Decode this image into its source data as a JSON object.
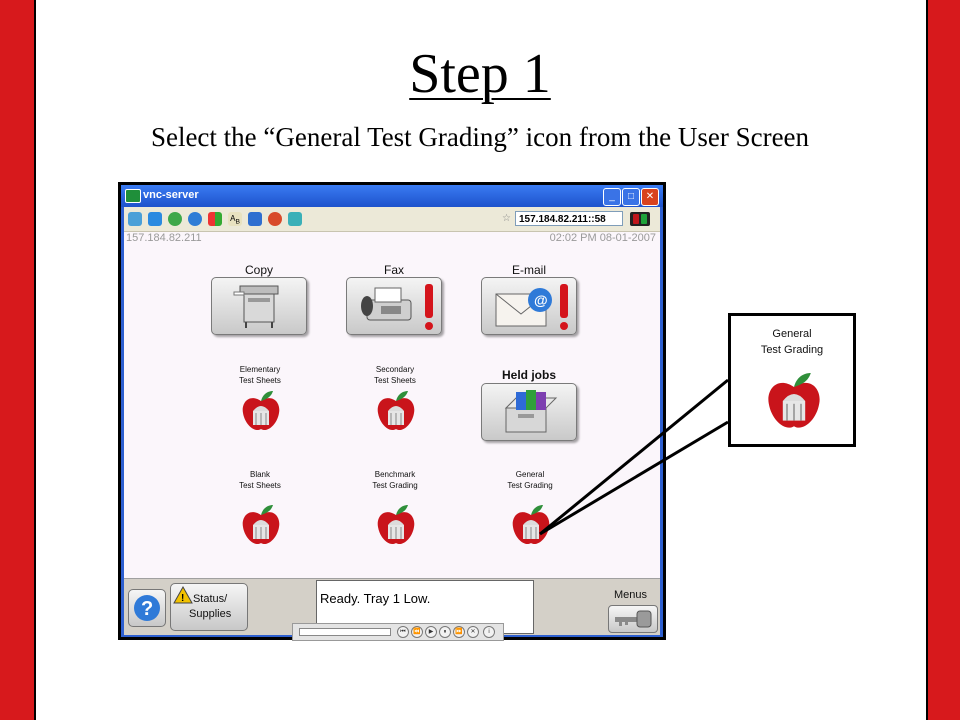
{
  "slide": {
    "title": "Step 1",
    "subtitle": "Select the “General Test Grading” icon from the User Screen"
  },
  "window": {
    "title": "vnc-server",
    "address": "157.184.82.211::58",
    "ip": "157.184.82.211",
    "datetime": "02:02 PM 08-01-2007",
    "controls": [
      "minimize",
      "maximize",
      "close"
    ]
  },
  "apps": {
    "copy": "Copy",
    "fax": "Fax",
    "email": "E-mail",
    "held_jobs": "Held jobs",
    "elementary": [
      "Elementary",
      "Test Sheets"
    ],
    "secondary": [
      "Secondary",
      "Test Sheets"
    ],
    "blank": [
      "Blank",
      "Test Sheets"
    ],
    "benchmark": [
      "Benchmark",
      "Test Grading"
    ],
    "general": [
      "General",
      "Test Grading"
    ]
  },
  "bottom": {
    "help": "?",
    "status": [
      "Status/",
      "Supplies"
    ],
    "ready": "Ready. Tray 1 Low.",
    "menus": "Menus"
  },
  "zoom": {
    "label": [
      "General",
      "Test Grading"
    ]
  },
  "colors": {
    "side_bars": "#d7191c",
    "titlebar": "#2d5fd0",
    "apple_red": "#c9141b",
    "alert_red": "#d4141b"
  },
  "icons": [
    "copier-icon",
    "fax-icon",
    "email-icon",
    "held-jobs-icon",
    "apple-building-icon",
    "help-icon",
    "warning-icon",
    "key-icon"
  ]
}
